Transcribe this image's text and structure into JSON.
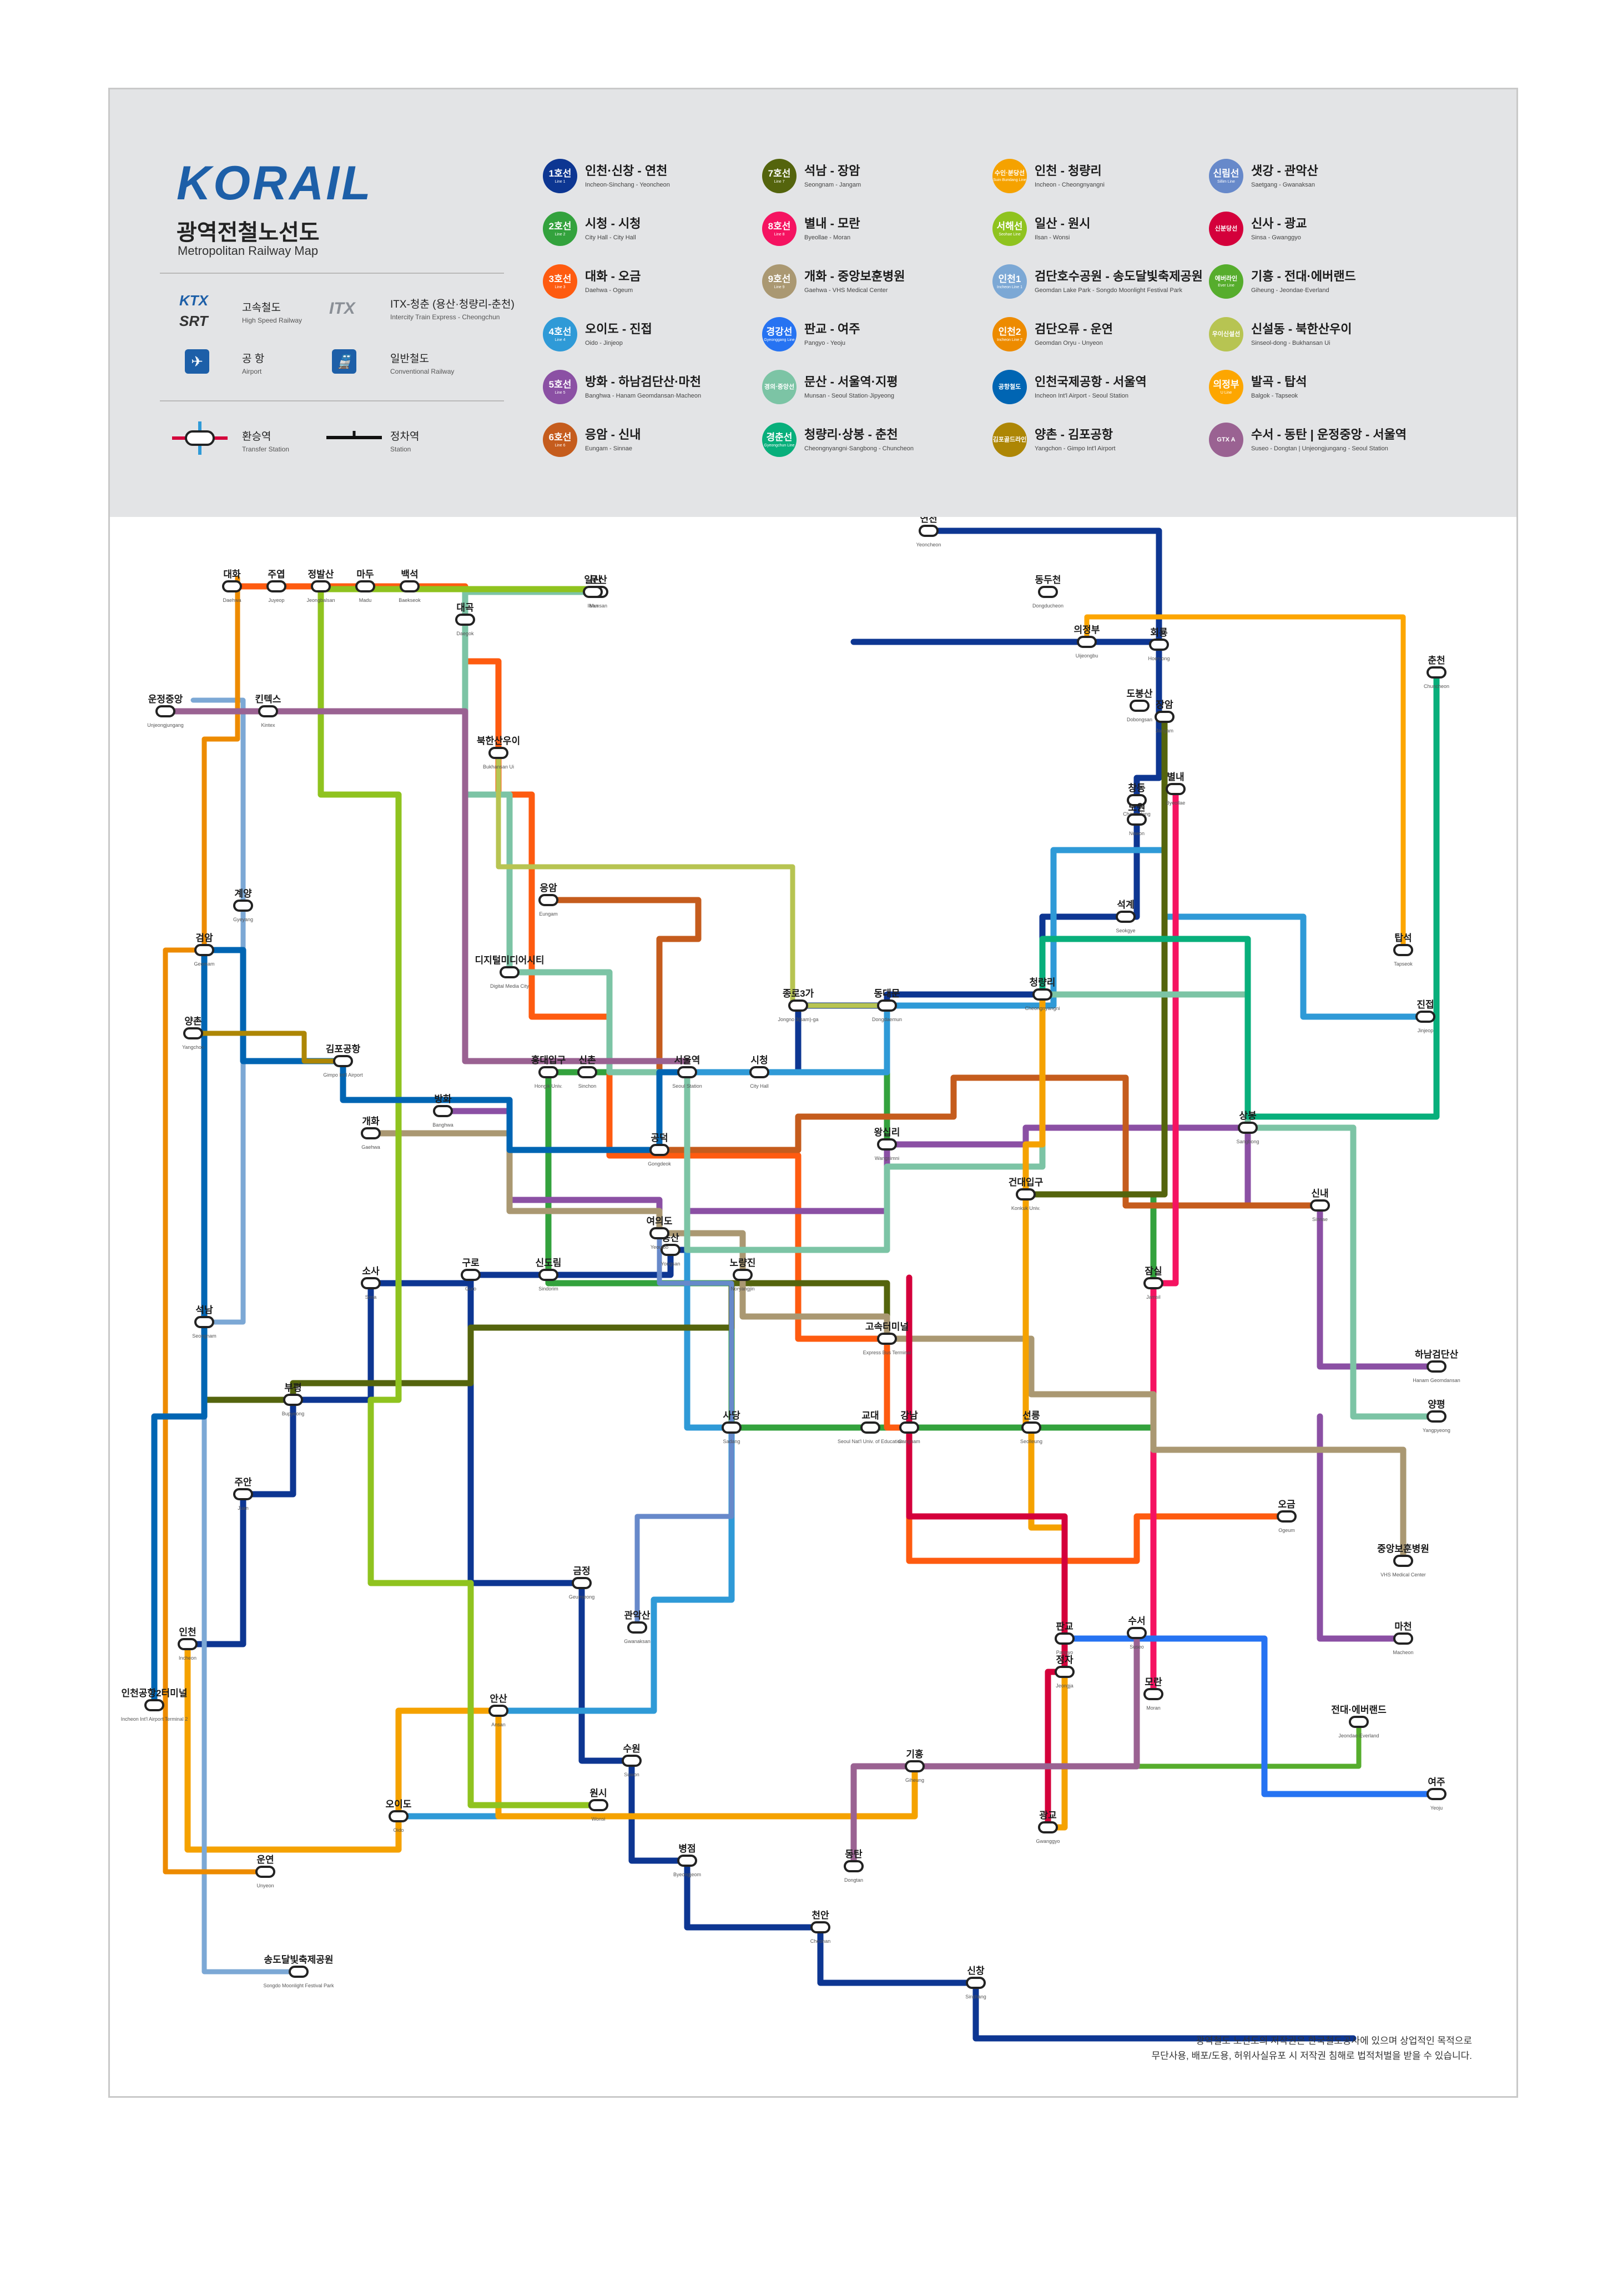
{
  "header": {
    "logo": "KORAIL",
    "title_ko": "광역전철노선도",
    "title_en": "Metropolitan Railway Map"
  },
  "legend": {
    "ktx_label": "KTX",
    "srt_label": "SRT",
    "high_speed_ko": "고속철도",
    "high_speed_en": "High Speed Railway",
    "itx_logo": "ITX",
    "itx_ko": "ITX-청춘 (용산·청량리-춘천)",
    "itx_en": "Intercity Train Express - Cheongchun",
    "airport_ko": "공 항",
    "airport_en": "Airport",
    "conventional_ko": "일반철도",
    "conventional_en": "Conventional Railway",
    "transfer_ko": "환승역",
    "transfer_en": "Transfer Station",
    "station_ko": "정차역",
    "station_en": "Station"
  },
  "lines": [
    {
      "badge": "1호선",
      "badge_en": "Line 1",
      "name": "인천·신창 - 연천",
      "en": "Incheon-Sinchang - Yeoncheon",
      "color": "#0d3692"
    },
    {
      "badge": "2호선",
      "badge_en": "Line 2",
      "name": "시청 - 시청",
      "en": "City Hall - City Hall",
      "color": "#33a23d"
    },
    {
      "badge": "3호선",
      "badge_en": "Line 3",
      "name": "대화 - 오금",
      "en": "Daehwa - Ogeum",
      "color": "#fe5b10"
    },
    {
      "badge": "4호선",
      "badge_en": "Line 4",
      "name": "오이도 - 진접",
      "en": "Oido - Jinjeop",
      "color": "#2f9ad7"
    },
    {
      "badge": "5호선",
      "badge_en": "Line 5",
      "name": "방화 - 하남검단산·마천",
      "en": "Banghwa - Hanam Geomdansan·Macheon",
      "color": "#8b50a4"
    },
    {
      "badge": "6호선",
      "badge_en": "Line 6",
      "name": "응암 - 신내",
      "en": "Eungam - Sinnae",
      "color": "#c55c1d"
    },
    {
      "badge": "7호선",
      "badge_en": "Line 7",
      "name": "석남 - 장암",
      "en": "Seongnam - Jangam",
      "color": "#54640d"
    },
    {
      "badge": "8호선",
      "badge_en": "Line 8",
      "name": "별내 - 모란",
      "en": "Byeollae - Moran",
      "color": "#f51361"
    },
    {
      "badge": "9호선",
      "badge_en": "Line 9",
      "name": "개화 - 중앙보훈병원",
      "en": "Gaehwa - VHS Medical Center",
      "color": "#aa9872"
    },
    {
      "badge": "경강선",
      "badge_en": "Gyeonggang Line",
      "name": "판교 - 여주",
      "en": "Pangyo - Yeoju",
      "color": "#2673f2"
    },
    {
      "badge": "경의·중앙선",
      "badge_en": "",
      "name": "문산 - 서울역·지평",
      "en": "Munsan - Seoul Station·Jipyeong",
      "color": "#7cc4a5"
    },
    {
      "badge": "경춘선",
      "badge_en": "Gyeongchun Line",
      "name": "청량리·상봉 - 춘천",
      "en": "Cheongnyangni·Sangbong - Chuncheon",
      "color": "#08af7b"
    },
    {
      "badge": "수인·분당선",
      "badge_en": "Suin·Bundang Line",
      "name": "인천 - 청량리",
      "en": "Incheon - Cheongnyangni",
      "color": "#f5a200"
    },
    {
      "badge": "서해선",
      "badge_en": "Seohae Line",
      "name": "일산 - 원시",
      "en": "Ilsan - Wonsi",
      "color": "#8fc31f"
    },
    {
      "badge": "인천1",
      "badge_en": "Incheon Line 1",
      "name": "검단호수공원 - 송도달빛축제공원",
      "en": "Geomdan Lake Park - Songdo Moonlight Festival Park",
      "color": "#7ca8d5"
    },
    {
      "badge": "인천2",
      "badge_en": "Incheon Line 2",
      "name": "검단오류 - 운연",
      "en": "Geomdan Oryu - Unyeon",
      "color": "#ed8b00"
    },
    {
      "badge": "공항철도",
      "badge_en": "",
      "name": "인천국제공항 - 서울역",
      "en": "Incheon Int'l Airport - Seoul Station",
      "color": "#0065b3"
    },
    {
      "badge": "김포골드라인",
      "badge_en": "",
      "name": "양촌 - 김포공항",
      "en": "Yangchon - Gimpo Int'l Airport",
      "color": "#ad8605"
    },
    {
      "badge": "신림선",
      "badge_en": "Sillim Line",
      "name": "샛강 - 관악산",
      "en": "Saetgang - Gwanaksan",
      "color": "#6789ca"
    },
    {
      "badge": "신분당선",
      "badge_en": "",
      "name": "신사 - 광교",
      "en": "Sinsa - Gwanggyo",
      "color": "#d4003b"
    },
    {
      "badge": "에버라인",
      "badge_en": "Ever Line",
      "name": "기흥 - 전대·에버랜드",
      "en": "Giheung - Jeondae·Everland",
      "color": "#56ad2d"
    },
    {
      "badge": "우이신설선",
      "badge_en": "",
      "name": "신설동 - 북한산우이",
      "en": "Sinseol-dong - Bukhansan Ui",
      "color": "#b7c452"
    },
    {
      "badge": "의정부",
      "badge_en": "U Line",
      "name": "발곡 - 탑석",
      "en": "Balgok - Tapseok",
      "color": "#fda600"
    },
    {
      "badge": "GTX A",
      "badge_en": "",
      "name": "수서 - 동탄 | 운정중앙 - 서울역",
      "en": "Suseo - Dongtan | Unjeongjungang - Seoul Station",
      "color": "#9a6292"
    }
  ],
  "stations": [
    {
      "id": "s1",
      "ko": "대화",
      "en": "Daehwa"
    },
    {
      "id": "s2",
      "ko": "주엽",
      "en": "Juyeop"
    },
    {
      "id": "s3",
      "ko": "정발산",
      "en": "Jeongbalsan"
    },
    {
      "id": "s4",
      "ko": "마두",
      "en": "Madu"
    },
    {
      "id": "s5",
      "ko": "백석",
      "en": "Baekseok"
    },
    {
      "id": "s6",
      "ko": "대곡",
      "en": "Daegok"
    },
    {
      "id": "s7",
      "ko": "연천",
      "en": "Yeoncheon"
    },
    {
      "id": "s8",
      "ko": "동두천",
      "en": "Dongducheon"
    },
    {
      "id": "s9",
      "ko": "의정부",
      "en": "Uijeongbu"
    },
    {
      "id": "s10",
      "ko": "회룡",
      "en": "Hoeryong"
    },
    {
      "id": "s11",
      "ko": "도봉산",
      "en": "Dobongsan"
    },
    {
      "id": "s12",
      "ko": "창동",
      "en": "Chang-dong"
    },
    {
      "id": "s13",
      "ko": "노원",
      "en": "Nowon"
    },
    {
      "id": "s14",
      "ko": "석계",
      "en": "Seokgye"
    },
    {
      "id": "s15",
      "ko": "청량리",
      "en": "Cheongnyangni"
    },
    {
      "id": "s16",
      "ko": "서울역",
      "en": "Seoul Station"
    },
    {
      "id": "s17",
      "ko": "시청",
      "en": "City Hall"
    },
    {
      "id": "s18",
      "ko": "종로3가",
      "en": "Jongno 3(sam)-ga"
    },
    {
      "id": "s19",
      "ko": "동대문",
      "en": "Dongdaemun"
    },
    {
      "id": "s20",
      "ko": "용산",
      "en": "Yongsan"
    },
    {
      "id": "s21",
      "ko": "노량진",
      "en": "Noryangjin"
    },
    {
      "id": "s22",
      "ko": "신도림",
      "en": "Sindorim"
    },
    {
      "id": "s23",
      "ko": "구로",
      "en": "Guro"
    },
    {
      "id": "s24",
      "ko": "부평",
      "en": "Bupyeong"
    },
    {
      "id": "s25",
      "ko": "주안",
      "en": "Juan"
    },
    {
      "id": "s26",
      "ko": "인천",
      "en": "Incheon"
    },
    {
      "id": "s27",
      "ko": "금정",
      "en": "Geumjeong"
    },
    {
      "id": "s28",
      "ko": "수원",
      "en": "Suwon"
    },
    {
      "id": "s29",
      "ko": "병점",
      "en": "Byeongjeom"
    },
    {
      "id": "s30",
      "ko": "천안",
      "en": "Cheonan"
    },
    {
      "id": "s31",
      "ko": "신창",
      "en": "Sinchang"
    },
    {
      "id": "s32",
      "ko": "홍대입구",
      "en": "Hongik Univ."
    },
    {
      "id": "s33",
      "ko": "신촌",
      "en": "Sinchon"
    },
    {
      "id": "s34",
      "ko": "왕십리",
      "en": "Wangsimni"
    },
    {
      "id": "s35",
      "ko": "건대입구",
      "en": "Konkuk Univ."
    },
    {
      "id": "s36",
      "ko": "잠실",
      "en": "Jamsil"
    },
    {
      "id": "s37",
      "ko": "강남",
      "en": "Gangnam"
    },
    {
      "id": "s38",
      "ko": "사당",
      "en": "Sadang"
    },
    {
      "id": "s39",
      "ko": "교대",
      "en": "Seoul Nat'l Univ. of Education"
    },
    {
      "id": "s40",
      "ko": "고속터미널",
      "en": "Express Bus Terminal"
    },
    {
      "id": "s41",
      "ko": "선릉",
      "en": "Seolleung"
    },
    {
      "id": "s42",
      "ko": "수서",
      "en": "Suseo"
    },
    {
      "id": "s43",
      "ko": "모란",
      "en": "Moran"
    },
    {
      "id": "s44",
      "ko": "판교",
      "en": "Pangyo"
    },
    {
      "id": "s45",
      "ko": "정자",
      "en": "Jeongja"
    },
    {
      "id": "s46",
      "ko": "기흥",
      "en": "Giheung"
    },
    {
      "id": "s47",
      "ko": "동탄",
      "en": "Dongtan"
    },
    {
      "id": "s48",
      "ko": "오이도",
      "en": "Oido"
    },
    {
      "id": "s49",
      "ko": "안산",
      "en": "Ansan"
    },
    {
      "id": "s50",
      "ko": "김포공항",
      "en": "Gimpo Int'l Airport"
    },
    {
      "id": "s51",
      "ko": "검암",
      "en": "Geomam"
    },
    {
      "id": "s52",
      "ko": "계양",
      "en": "Gyeyang"
    },
    {
      "id": "s53",
      "ko": "인천공항2터미널",
      "en": "Incheon Int'l Airport Terminal 2"
    },
    {
      "id": "s54",
      "ko": "디지털미디어시티",
      "en": "Digital Media City"
    },
    {
      "id": "s55",
      "ko": "공덕",
      "en": "Gongdeok"
    },
    {
      "id": "s56",
      "ko": "상봉",
      "en": "Sangbong"
    },
    {
      "id": "s57",
      "ko": "춘천",
      "en": "Chuncheon"
    },
    {
      "id": "s58",
      "ko": "양평",
      "en": "Yangpyeong"
    },
    {
      "id": "s59",
      "ko": "문산",
      "en": "Munsan"
    },
    {
      "id": "s60",
      "ko": "일산",
      "en": "Ilsan"
    },
    {
      "id": "s61",
      "ko": "소사",
      "en": "Sosa"
    },
    {
      "id": "s62",
      "ko": "원시",
      "en": "Wonsi"
    },
    {
      "id": "s63",
      "ko": "운정중앙",
      "en": "Unjeongjungang"
    },
    {
      "id": "s64",
      "ko": "킨텍스",
      "en": "Kintex"
    },
    {
      "id": "s65",
      "ko": "방화",
      "en": "Banghwa"
    },
    {
      "id": "s66",
      "ko": "여의도",
      "en": "Yeouido"
    },
    {
      "id": "s67",
      "ko": "오금",
      "en": "Ogeum"
    },
    {
      "id": "s68",
      "ko": "마천",
      "en": "Macheon"
    },
    {
      "id": "s69",
      "ko": "하남검단산",
      "en": "Hanam Geomdansan"
    },
    {
      "id": "s70",
      "ko": "응암",
      "en": "Eungam"
    },
    {
      "id": "s71",
      "ko": "신내",
      "en": "Sinnae"
    },
    {
      "id": "s72",
      "ko": "장암",
      "en": "Jangam"
    },
    {
      "id": "s73",
      "ko": "석남",
      "en": "Seongnam"
    },
    {
      "id": "s74",
      "ko": "별내",
      "en": "Byeollae"
    },
    {
      "id": "s75",
      "ko": "개화",
      "en": "Gaehwa"
    },
    {
      "id": "s76",
      "ko": "중앙보훈병원",
      "en": "VHS Medical Center"
    },
    {
      "id": "s77",
      "ko": "여주",
      "en": "Yeoju"
    },
    {
      "id": "s78",
      "ko": "진접",
      "en": "Jinjeop"
    },
    {
      "id": "s79",
      "ko": "송도달빛축제공원",
      "en": "Songdo Moonlight Festival Park"
    },
    {
      "id": "s80",
      "ko": "운연",
      "en": "Unyeon"
    },
    {
      "id": "s81",
      "ko": "광교",
      "en": "Gwanggyo"
    },
    {
      "id": "s82",
      "ko": "탑석",
      "en": "Tapseok"
    },
    {
      "id": "s83",
      "ko": "양촌",
      "en": "Yangchon"
    },
    {
      "id": "s84",
      "ko": "북한산우이",
      "en": "Bukhansan Ui"
    },
    {
      "id": "s85",
      "ko": "관악산",
      "en": "Gwanaksan"
    },
    {
      "id": "s86",
      "ko": "전대·에버랜드",
      "en": "Jeondae·Everland"
    }
  ],
  "copyright": {
    "line1": "광역철도 노선도의 저작권은 한국철도공사에 있으며 상업적인 목적으로",
    "line2": "무단사용, 배포/도용, 허위사실유포 시 저작권 침해로 법적처벌을 받을 수 있습니다."
  }
}
